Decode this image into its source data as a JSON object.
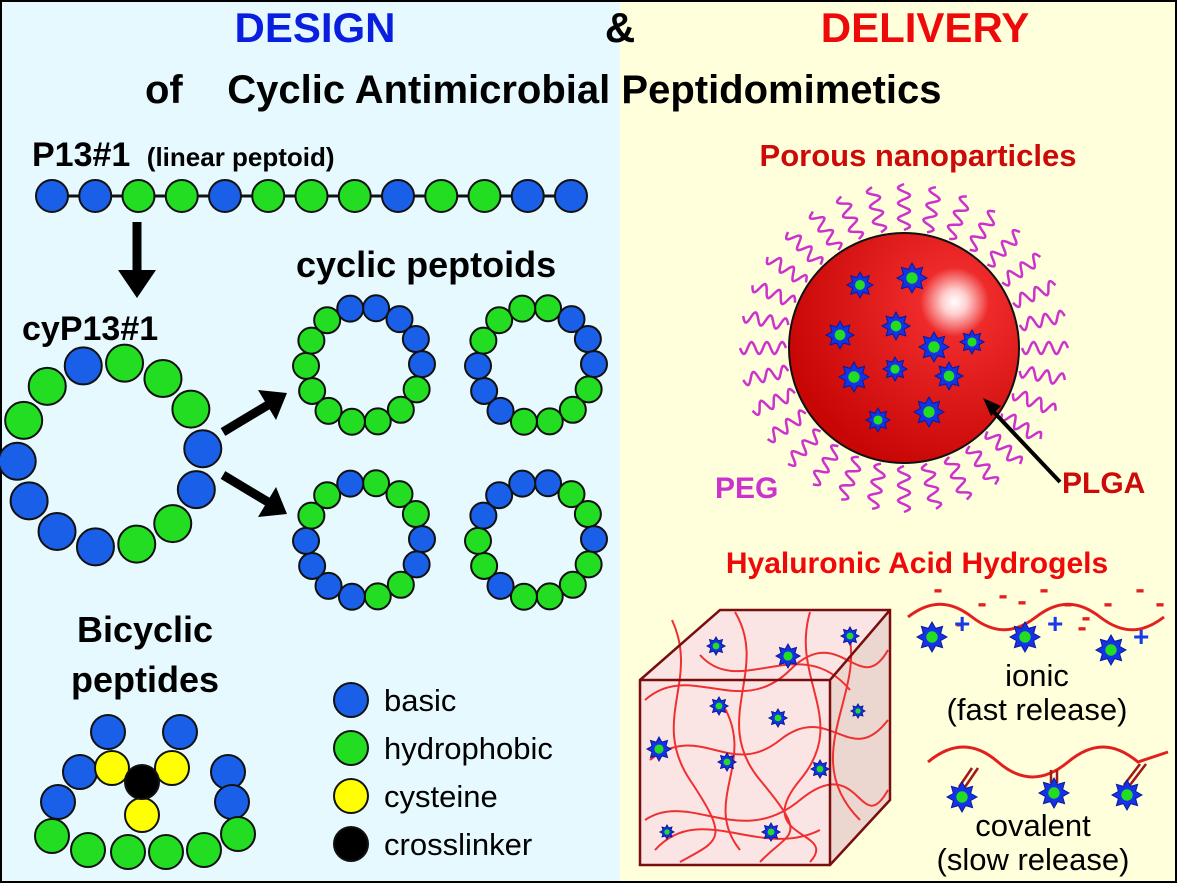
{
  "title": {
    "design": "DESIGN",
    "amp": "&",
    "delivery": "DELIVERY",
    "subtitle": "of    Cyclic Antimicrobial Peptidomimetics"
  },
  "design": {
    "linear_name": "P13#1",
    "linear_note": "(linear peptoid)",
    "cyclic_name": "cyP13#1",
    "cyclic_label": "cyclic peptoids",
    "bicyclic_line1": "Bicyclic",
    "bicyclic_line2": "peptides"
  },
  "legend": [
    {
      "label": "basic",
      "color": "#1a5fe8"
    },
    {
      "label": "hydrophobic",
      "color": "#22dd22"
    },
    {
      "label": "cysteine",
      "color": "#ffff00"
    },
    {
      "label": "crosslinker",
      "color": "#000000"
    }
  ],
  "delivery": {
    "np_title": "Porous nanoparticles",
    "peg": "PEG",
    "plga": "PLGA",
    "hydrogel_title": "Hyaluronic Acid Hydrogels",
    "ionic_line1": "ionic",
    "ionic_line2": "(fast release)",
    "covalent_line1": "covalent",
    "covalent_line2": "(slow release)",
    "plus": "+",
    "minus": "-"
  },
  "colors": {
    "left_bg": "#e6f9fe",
    "right_bg": "#ffffdb",
    "design_blue": "#0a1ee0",
    "delivery_red": "#ee0a0a",
    "np_red": "#d80c0c",
    "peg_magenta": "#cc33cc",
    "basic": "#1a5fe8",
    "hydrophobic": "#22dd22",
    "cysteine": "#ffff00",
    "crosslinker": "#000000"
  }
}
